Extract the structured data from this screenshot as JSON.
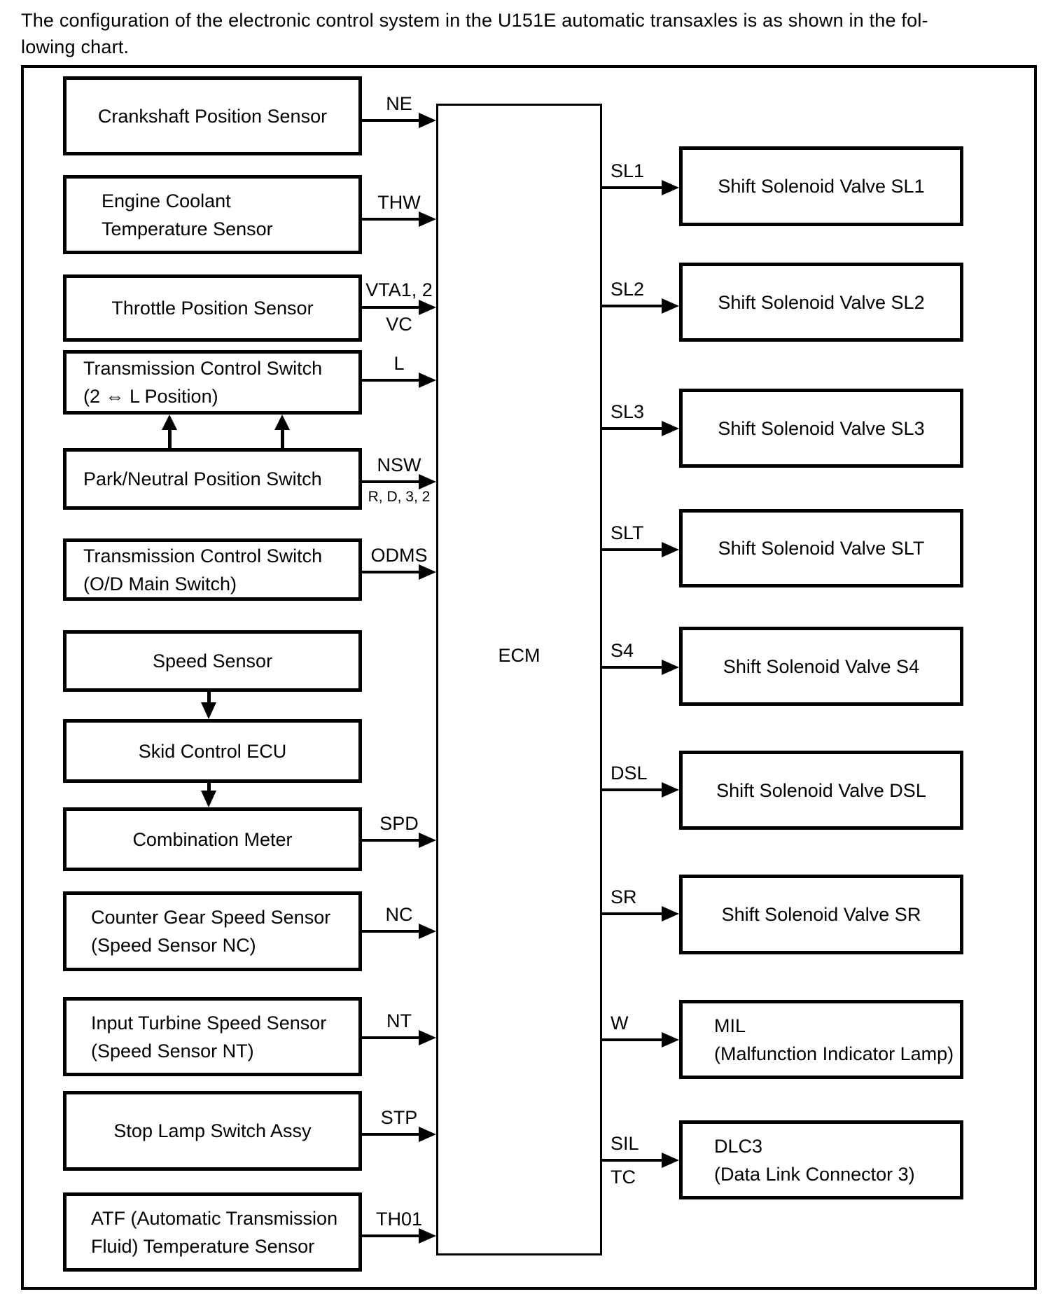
{
  "title": "The configuration of the electronic control system in the U151E automatic transaxles is as shown in the fol-\nlowing chart.",
  "colors": {
    "ink": "#000000",
    "background": "#ffffff"
  },
  "ecm": {
    "label": "ECM"
  },
  "inputs": [
    {
      "label": "Crankshaft Position Sensor",
      "signal": "NE"
    },
    {
      "label": "Engine Coolant\nTemperature Sensor",
      "signal": "THW"
    },
    {
      "label": "Throttle Position Sensor",
      "signal": "VTA1, 2",
      "signal_below": "VC"
    },
    {
      "label": "Transmission Control Switch\n(2 ⇔ L Position)",
      "signal": "L"
    },
    {
      "label": "Park/Neutral Position Switch",
      "signal": "NSW",
      "signal_below": "R, D, 3, 2"
    },
    {
      "label": "Transmission Control Switch\n(O/D Main Switch)",
      "signal": "ODMS"
    },
    {
      "label": "Speed Sensor"
    },
    {
      "label": "Skid Control ECU"
    },
    {
      "label": "Combination Meter",
      "signal": "SPD"
    },
    {
      "label": "Counter Gear Speed Sensor\n(Speed Sensor NC)",
      "signal": "NC"
    },
    {
      "label": "Input Turbine Speed Sensor\n(Speed Sensor NT)",
      "signal": "NT"
    },
    {
      "label": "Stop Lamp Switch Assy",
      "signal": "STP"
    },
    {
      "label": "ATF (Automatic Transmission\nFluid) Temperature Sensor",
      "signal": "TH01"
    }
  ],
  "outputs": [
    {
      "signal": "SL1",
      "label": "Shift Solenoid Valve SL1"
    },
    {
      "signal": "SL2",
      "label": "Shift Solenoid Valve SL2"
    },
    {
      "signal": "SL3",
      "label": "Shift Solenoid Valve SL3"
    },
    {
      "signal": "SLT",
      "label": "Shift Solenoid Valve SLT"
    },
    {
      "signal": "S4",
      "label": "Shift Solenoid Valve S4"
    },
    {
      "signal": "DSL",
      "label": "Shift Solenoid Valve DSL"
    },
    {
      "signal": "SR",
      "label": "Shift Solenoid Valve SR"
    },
    {
      "signal": "W",
      "label": "MIL\n(Malfunction Indicator Lamp)"
    },
    {
      "signal": "SIL",
      "signal_below": "TC",
      "label": "DLC3\n(Data Link Connector 3)"
    }
  ]
}
